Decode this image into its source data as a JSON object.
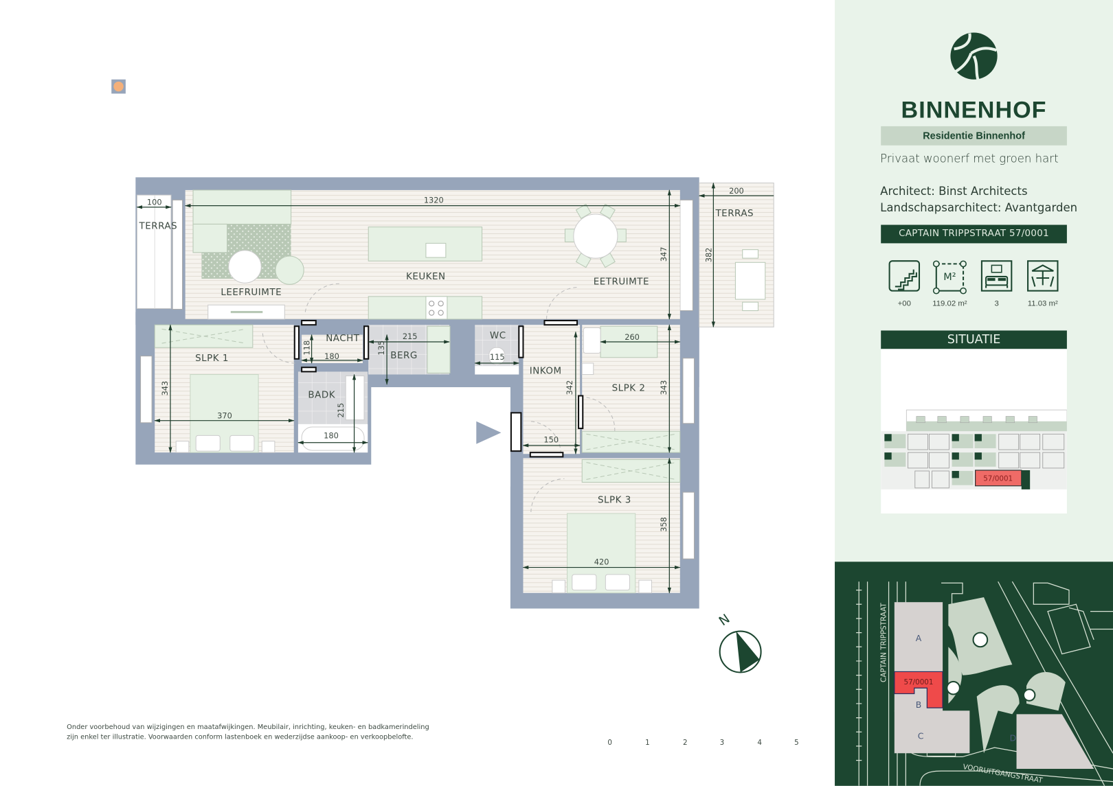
{
  "brand": {
    "logo_icon": "binnenhof-globe-logo",
    "name": "BINNENHOF",
    "project": "Residentie Binnenhof",
    "tagline": "Privaat woonerf met groen hart",
    "architect": "Architect: Binst Architects",
    "landscape_architect": "Landschapsarchitect: Avantgarden",
    "address": "CAPTAIN TRIPPSTRAAT 57/0001",
    "colors": {
      "primary": "#1c4630",
      "sidebar_bg": "#e9f3ea",
      "band": "#c7d6c7",
      "highlight": "#ef5350",
      "wall": "#97a5ba"
    }
  },
  "stats": [
    {
      "icon": "stairs-icon",
      "value": "+00"
    },
    {
      "icon": "area-m2-icon",
      "value": "119.02 m²",
      "icon_text": "M²"
    },
    {
      "icon": "bedroom-icon",
      "value": "3"
    },
    {
      "icon": "terrace-icon",
      "value": "11.03 m²"
    }
  ],
  "situatie": {
    "title": "SITUATIE",
    "unit_label": "57/0001"
  },
  "site_map": {
    "street_left": "CAPTAIN TRIPPSTRAAT",
    "street_bottom": "VOORUITGANGSTRAAT",
    "blocks": [
      "A",
      "B",
      "C",
      "D"
    ],
    "unit_label": "57/0001"
  },
  "floorplan": {
    "rooms": {
      "terras_left": "TERRAS",
      "terras_right": "TERRAS",
      "leefruimte": "LEEFRUIMTE",
      "keuken": "KEUKEN",
      "eetruimte": "EETRUIMTE",
      "slpk1": "SLPK 1",
      "nacht": "NACHT",
      "berg": "BERG",
      "badk": "BADK",
      "wc": "WC",
      "inkom": "INKOM",
      "slpk2": "SLPK 2",
      "slpk3": "SLPK 3"
    },
    "dimensions": {
      "terras_left_w": "100",
      "living_w": "1320",
      "living_h": "347",
      "terras_right_w": "200",
      "terras_right_h": "382",
      "slpk1_h": "343",
      "slpk1_w": "370",
      "nacht_h": "118",
      "nacht_w": "180",
      "berg_h": "135",
      "berg_w": "215",
      "badk_h": "215",
      "badk_w": "180",
      "wc_w": "115",
      "inkom_h": "342",
      "inkom_w": "150",
      "slpk2_w": "260",
      "slpk2_h": "343",
      "slpk3_h": "358",
      "slpk3_w": "420"
    }
  },
  "compass": {
    "label": "N"
  },
  "scale_bar": {
    "ticks": [
      "0",
      "1",
      "2",
      "3",
      "4",
      "5"
    ]
  },
  "disclaimer": {
    "line1": "Onder voorbehoud van wijzigingen en maatafwijkingen. Meubilair, inrichting, keuken- en badkamerindeling",
    "line2": "zijn enkel ter illustratie. Voorwaarden conform lastenboek en wederzijdse aankoop- en verkoopbelofte."
  }
}
